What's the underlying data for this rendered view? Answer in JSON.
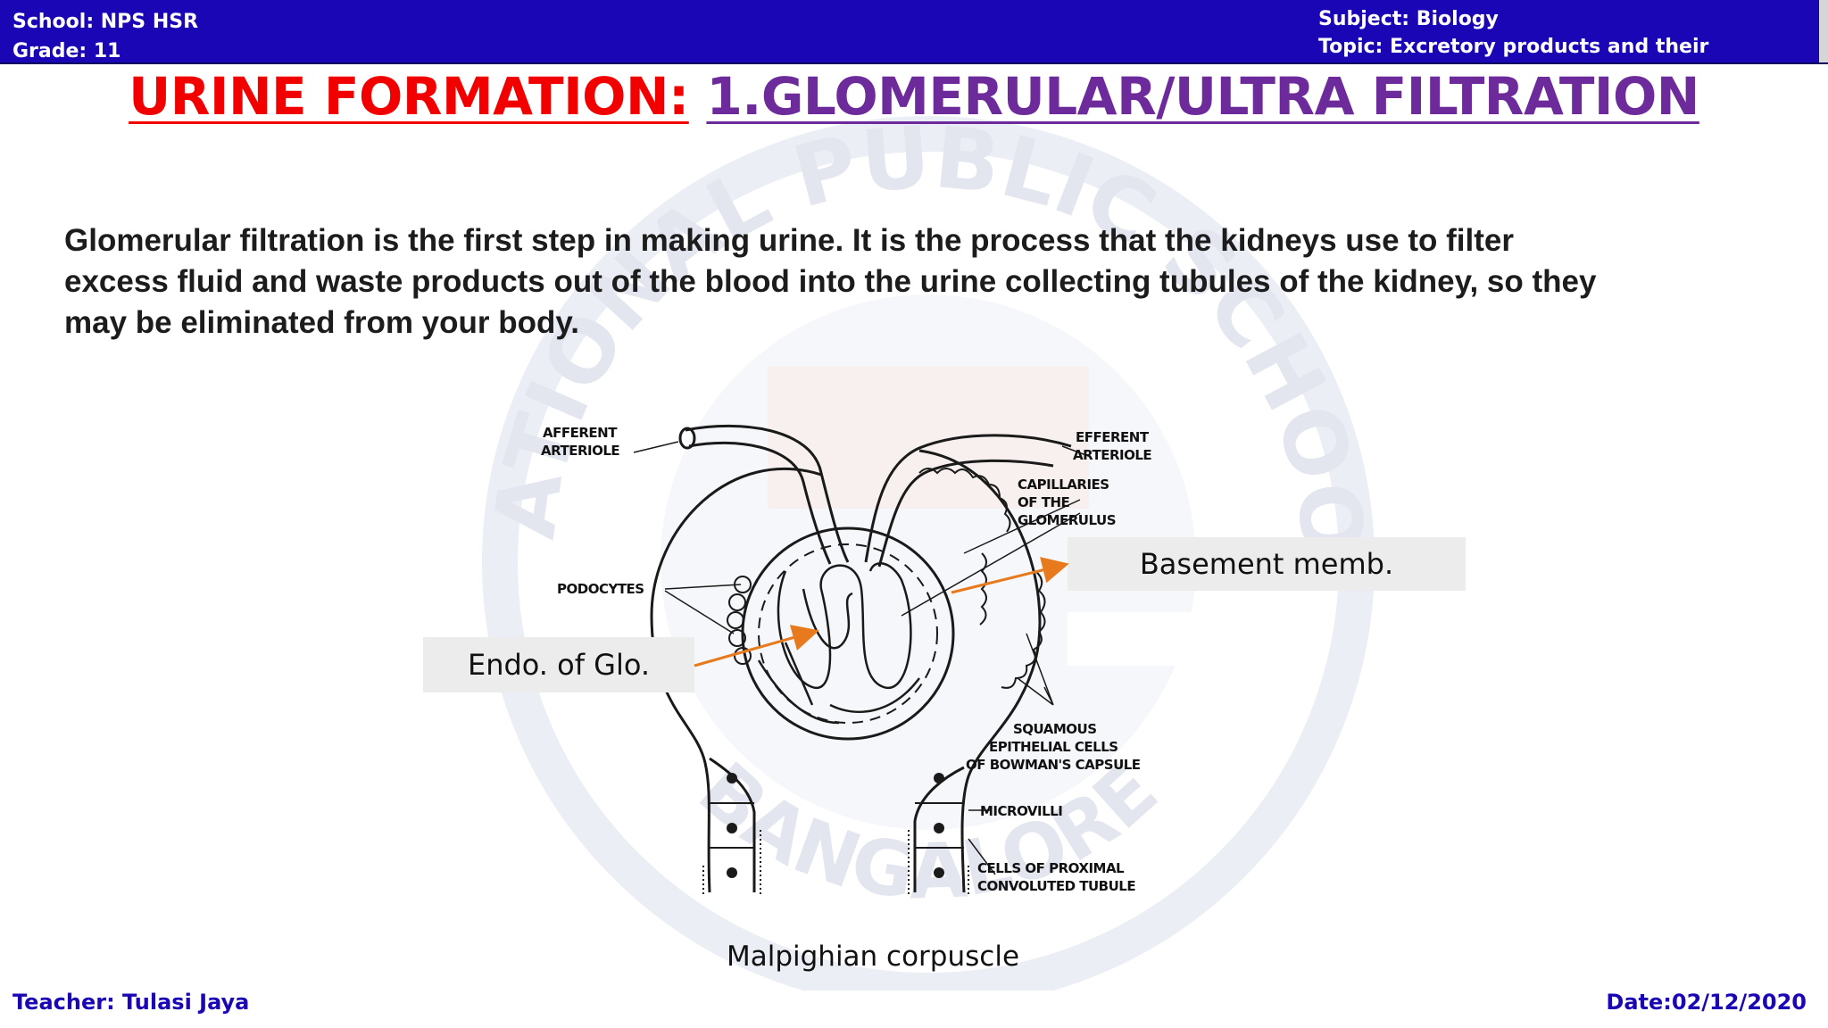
{
  "header": {
    "school": "School: NPS HSR",
    "grade": "Grade: 11",
    "subject": "Subject: Biology",
    "topic": "Topic: Excretory products and their Elimination"
  },
  "title": {
    "part1": "URINE FORMATION:",
    "part2": "1.GLOMERULAR/ULTRA FILTRATION"
  },
  "paragraph": "Glomerular filtration is the first step in making urine. It is the process that the kidneys use to filter excess fluid and waste products out of the blood into the urine collecting tubules of the kidney, so they may be eliminated from your body.",
  "watermark": {
    "top_text": "NATIONAL PUBLIC SCHOOL",
    "bottom_text": "BANGALORE"
  },
  "diagram_labels": {
    "afferent_1": "AFFERENT",
    "afferent_2": "ARTERIOLE",
    "efferent_1": "EFFERENT",
    "efferent_2": "ARTERIOLE",
    "capillaries_1": "CAPILLARIES",
    "capillaries_2": "OF THE",
    "capillaries_3": "GLOMERULUS",
    "podocytes": "PODOCYTES",
    "squamous_1": "SQUAMOUS",
    "squamous_2": "EPITHELIAL CELLS",
    "squamous_3": "OF BOWMAN'S CAPSULE",
    "microvilli": "MICROVILLI",
    "proximal_1": "CELLS OF PROXIMAL",
    "proximal_2": "CONVOLUTED TUBULE"
  },
  "callouts": {
    "basement": "Basement memb.",
    "endo": "Endo. of Glo."
  },
  "caption": "Malpighian corpuscle",
  "footer": {
    "teacher": "Teacher: Tulasi Jaya",
    "date": "Date:02/12/2020"
  },
  "colors": {
    "header_bg": "#1a06b4",
    "title_red": "#f20000",
    "title_purple": "#6d2a9a",
    "arrow_orange": "#e67a1c"
  }
}
